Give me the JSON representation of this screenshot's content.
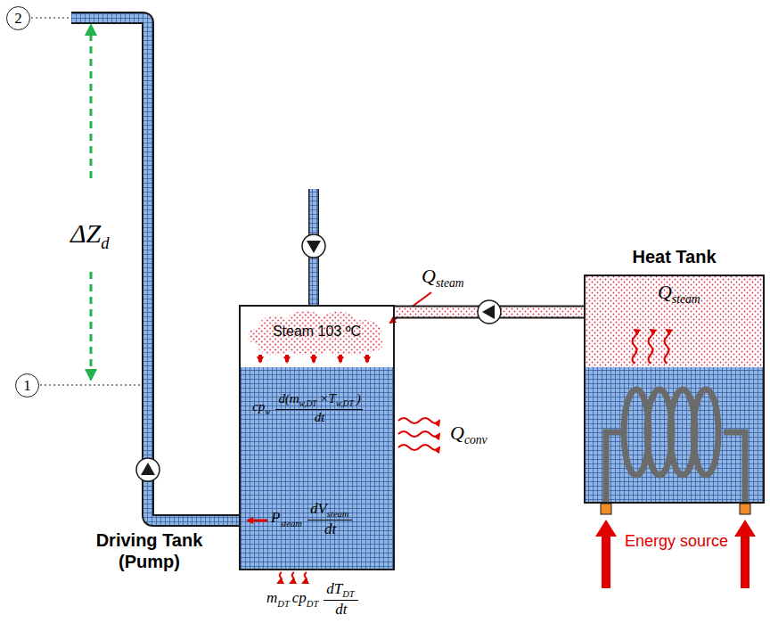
{
  "diagram": {
    "nodes": [
      {
        "text": [
          "2"
        ]
      },
      {
        "text": [
          "Heat Tank"
        ]
      },
      {
        "text": [
          "1"
        ]
      },
      {
        "text": [
          "Driving Tank (Pump)"
        ]
      },
      {
        "text": [
          "Steam 103 ºC"
        ],
        "in": 3
      }
    ],
    "edges": [
      {
        "from": 1,
        "to": 3,
        "arrow": "to"
      }
    ],
    "labels": [
      "ΔZ",
      "d",
      "Q",
      "steam",
      "Q",
      "steam",
      "Q",
      "conv",
      "cp",
      "w",
      "d(m",
      "w,DT",
      "×T",
      "w,DT",
      ")",
      "dt",
      "P",
      "steam",
      "dV",
      "steam",
      "dt",
      "m",
      "DT",
      "cp",
      "DT",
      "dT",
      "DT",
      "dt",
      "Energy source"
    ]
  }
}
